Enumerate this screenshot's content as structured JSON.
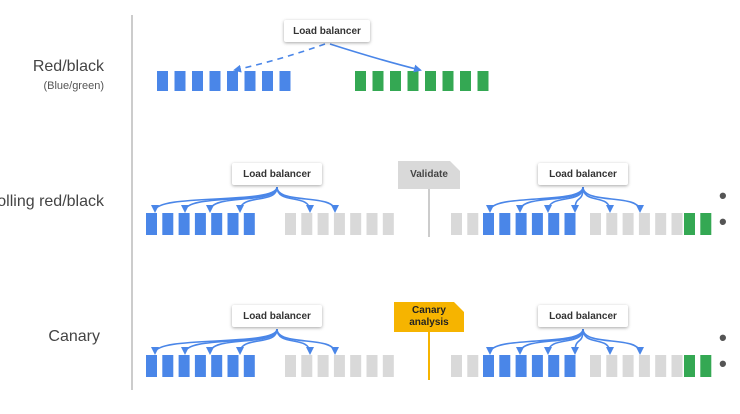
{
  "rows": [
    {
      "label": "Red/black",
      "sublabel": "(Blue/green)"
    },
    {
      "label": "Rolling red/black"
    },
    {
      "label": "Canary"
    }
  ],
  "load_balancer_label": "Load balancer",
  "validate_label": "Validate",
  "canary_analysis_label": "Canary analysis",
  "continuation": "• •",
  "colors": {
    "blue": "#4a86e8",
    "green": "#34a853",
    "gray": "#d9d9d9",
    "yellow": "#f6b400",
    "line": "#cccccc"
  }
}
